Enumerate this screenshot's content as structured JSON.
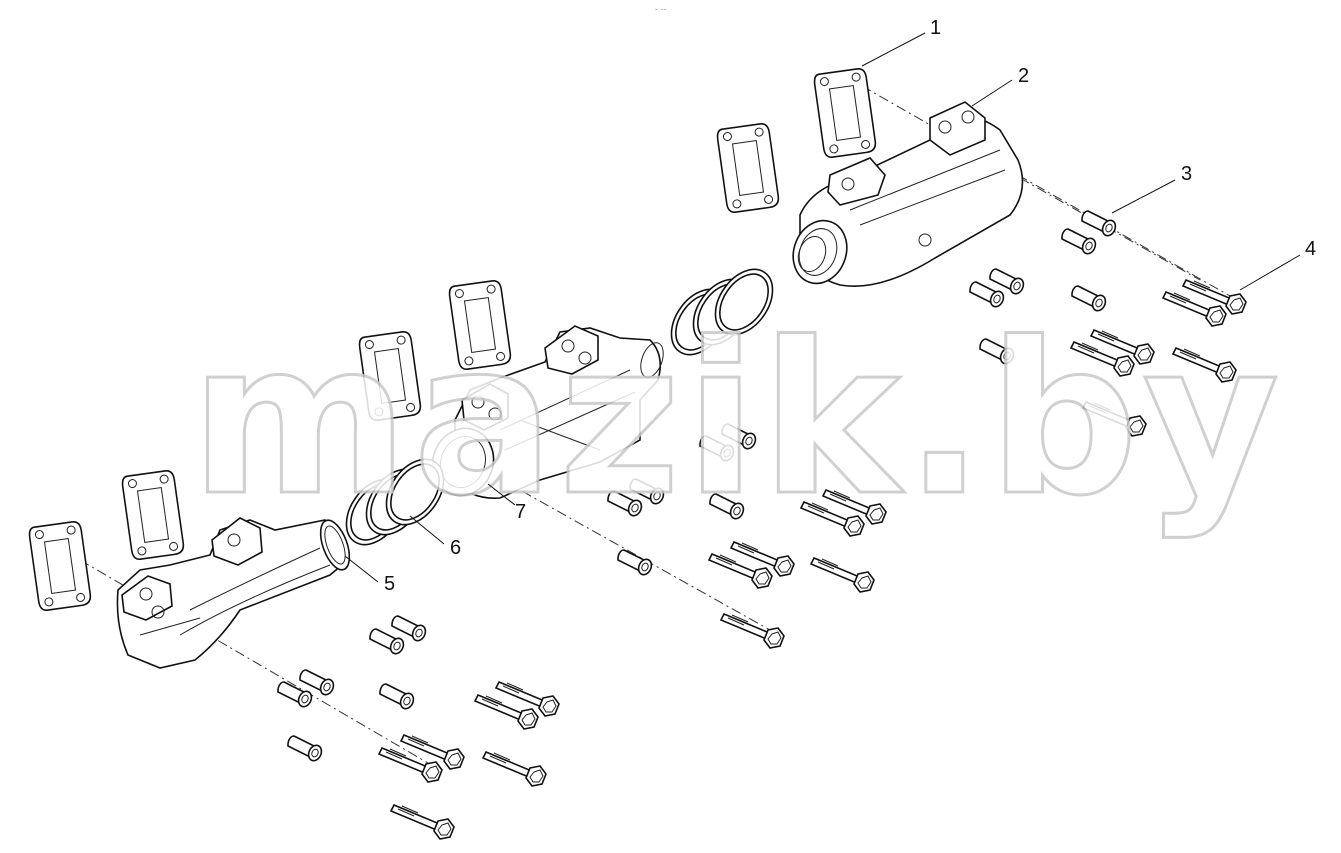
{
  "watermark": "mazik.by",
  "top_mark": "- --",
  "callouts": [
    {
      "id": "1",
      "label": "1"
    },
    {
      "id": "2",
      "label": "2"
    },
    {
      "id": "3",
      "label": "3"
    },
    {
      "id": "4",
      "label": "4"
    },
    {
      "id": "5",
      "label": "5"
    },
    {
      "id": "6",
      "label": "6"
    },
    {
      "id": "7",
      "label": "7"
    }
  ]
}
